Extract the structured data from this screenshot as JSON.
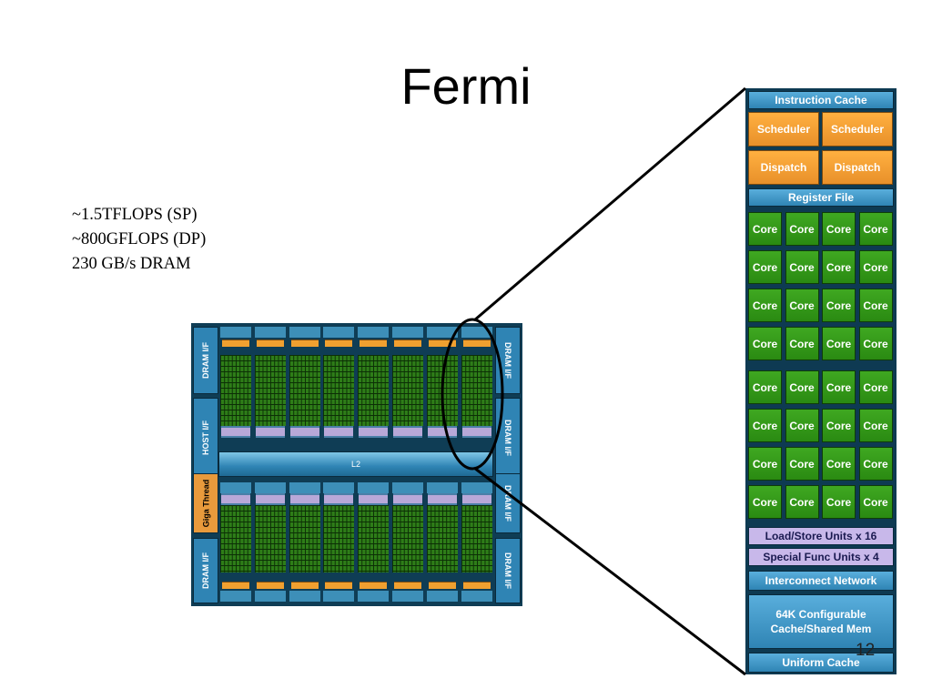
{
  "slide": {
    "title": "Fermi",
    "stats": [
      "~1.5TFLOPS (SP)",
      "~800GFLOPS (DP)",
      "230 GB/s DRAM"
    ],
    "page_number": "12"
  },
  "chip": {
    "left_labels": [
      "DRAM I/F",
      "HOST I/F",
      "Giga Thread",
      "DRAM I/F"
    ],
    "right_labels": [
      "DRAM I/F",
      "DRAM I/F",
      "DRAM I/F",
      "DRAM I/F"
    ],
    "l2_label": "L2",
    "sm_columns": 8
  },
  "sm_detail": {
    "instruction_cache": "Instruction Cache",
    "schedulers": [
      "Scheduler",
      "Scheduler"
    ],
    "dispatch": [
      "Dispatch",
      "Dispatch"
    ],
    "register_file": "Register File",
    "core_label": "Core",
    "core_rows": 8,
    "core_cols": 4,
    "load_store": "Load/Store Units x 16",
    "special_func": "Special Func Units x 4",
    "interconnect": "Interconnect Network",
    "shared_mem": "64K Configurable Cache/Shared Mem",
    "uniform_cache": "Uniform Cache"
  },
  "colors": {
    "core_green": "#2e8b14",
    "sched_orange": "#f0a030",
    "bar_blue": "#2f84b4",
    "unit_purple": "#c8b8ea"
  }
}
